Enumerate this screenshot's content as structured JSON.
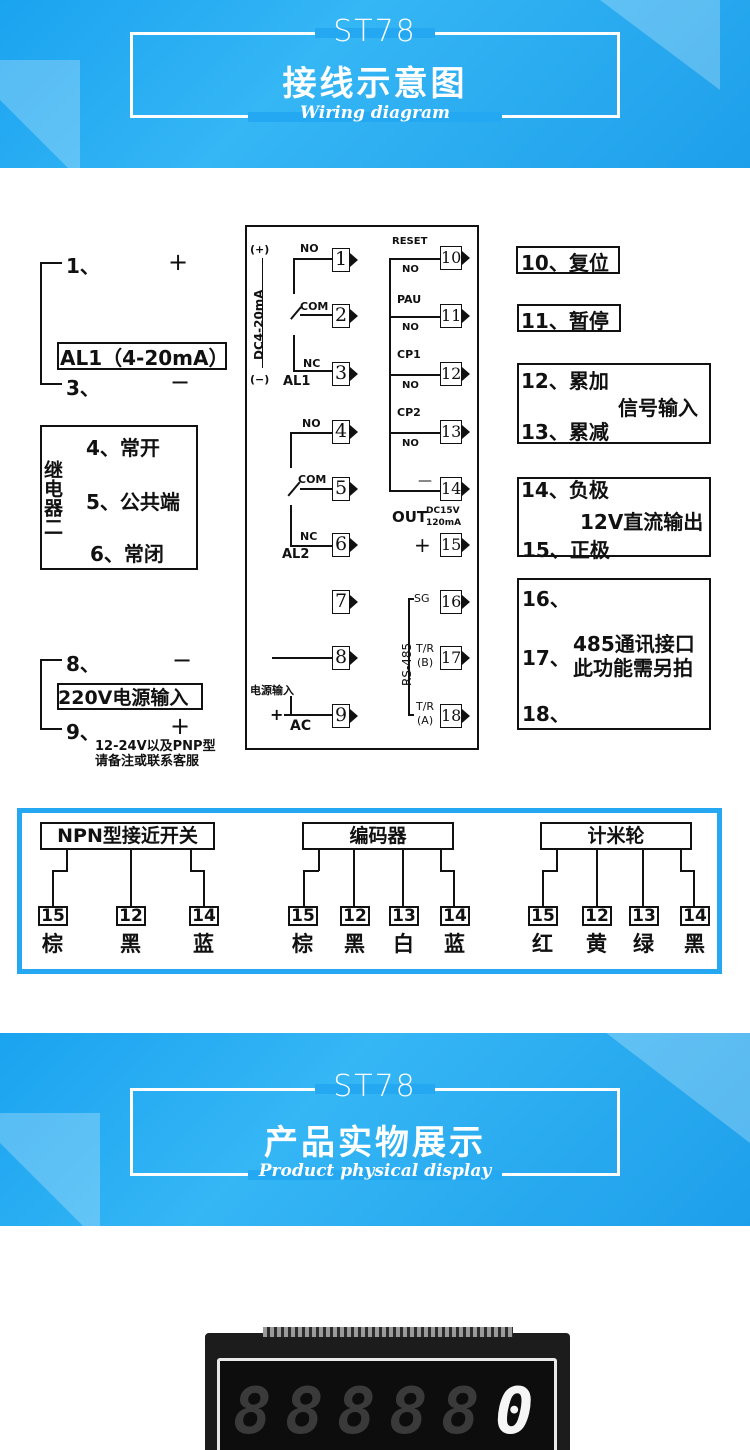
{
  "banner1": {
    "brand": "ST78",
    "title": "接线示意图",
    "subtitle": "Wiring diagram"
  },
  "banner2": {
    "brand": "ST78",
    "title": "产品实物展示",
    "subtitle": "Product physical display"
  },
  "left": {
    "p1": "1、",
    "plus1": "+",
    "al1_box": "AL1（4-20mA）",
    "p3": "3、",
    "minus1": "−",
    "relay_vert": "继电器二",
    "p4": "4、常开",
    "p5": "5、公共端",
    "p6": "6、常闭",
    "p8": "8、",
    "minus2": "−",
    "pwr_box": "220V电源输入",
    "p9": "9、",
    "plus2": "+",
    "note1": "12-24V以及PNP型",
    "note2": "请备注或联系客服"
  },
  "center": {
    "plus_label": "(+)",
    "minus_label": "(−)",
    "dc_vert": "DC4-20mA",
    "no1": "NO",
    "com1": "COM",
    "nc1": "NC",
    "al1": "AL1",
    "no2": "NO",
    "com2": "COM",
    "nc2": "NC",
    "al2": "AL2",
    "reset": "RESET",
    "pau": "PAU",
    "cp1": "CP1",
    "cp2": "CP2",
    "no": "NO",
    "out": "OUT",
    "dc15v": "DC15V",
    "ma": "120mA",
    "minus": "—",
    "plus": "+",
    "sg": "SG",
    "tr_b": "T/R",
    "b": "(B)",
    "tr_a": "T/R",
    "a": "(A)",
    "rs485": "RS-485",
    "pwr": "电源输入",
    "ac": "AC",
    "minus_pwr": "−",
    "plus_pwr": "+",
    "terms": [
      "1",
      "2",
      "3",
      "4",
      "5",
      "6",
      "7",
      "8",
      "9",
      "10",
      "11",
      "12",
      "13",
      "14",
      "15",
      "16",
      "17",
      "18"
    ]
  },
  "right": {
    "r10": "10、复位",
    "r11": "11、暂停",
    "r12": "12、累加",
    "sig": "信号输入",
    "r13": "13、累减",
    "r14": "14、负极",
    "v12": "12V直流输出",
    "r15": "15、正极",
    "r16": "16、",
    "r17": "17、",
    "c485a": "485通讯接口",
    "c485b": "此功能需另拍",
    "r18": "18、"
  },
  "wiring": {
    "npn": {
      "title": "NPN型接近开关",
      "pins": [
        "15",
        "12",
        "14"
      ],
      "colors": [
        "棕",
        "黑",
        "蓝"
      ]
    },
    "enc": {
      "title": "编码器",
      "pins": [
        "15",
        "12",
        "13",
        "14"
      ],
      "colors": [
        "棕",
        "黑",
        "白",
        "蓝"
      ]
    },
    "meter": {
      "title": "计米轮",
      "pins": [
        "15",
        "12",
        "13",
        "14"
      ],
      "colors": [
        "红",
        "黄",
        "绿",
        "黑"
      ]
    }
  },
  "display": {
    "digits": [
      "8",
      "8",
      "8",
      "8",
      "8",
      "0"
    ]
  }
}
